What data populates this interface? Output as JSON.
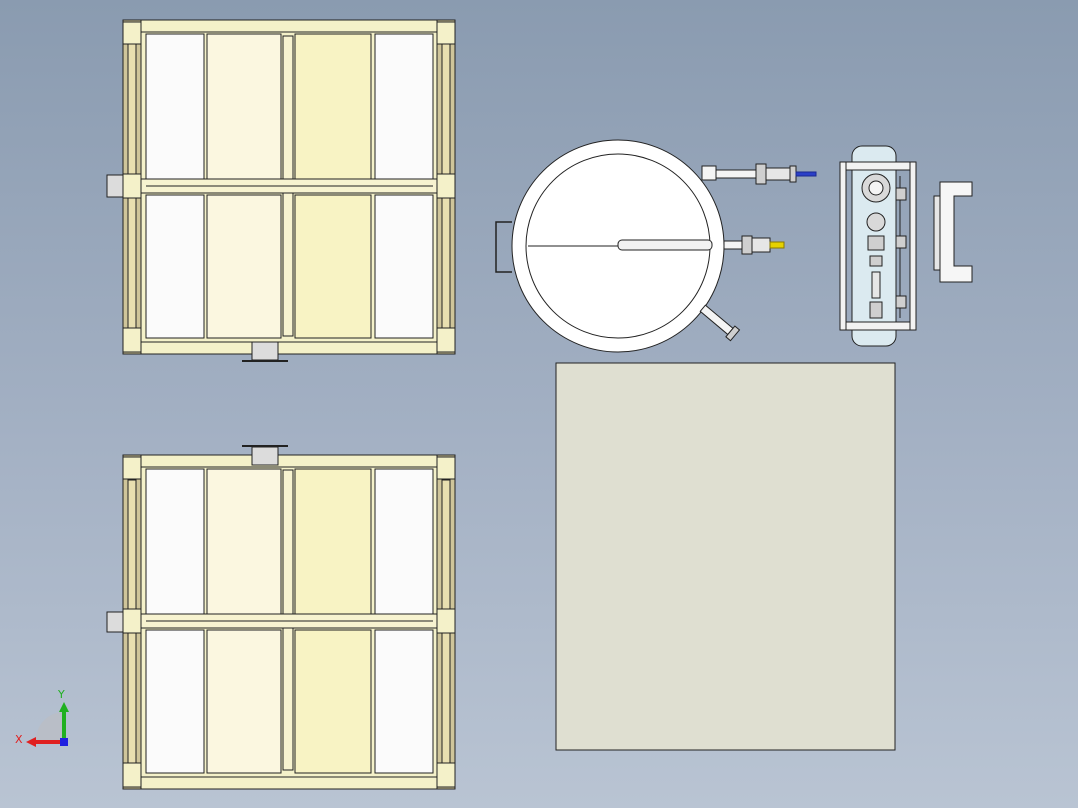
{
  "colors": {
    "background_top": "#8a9bb0",
    "background_bottom": "#b9c4d3",
    "frame_fill": "#f4f1c9",
    "frame_post": "#cfc59a",
    "panel_white": "#fbfbfb",
    "panel_cream": "#fbf7e0",
    "panel_yellow": "#f8f3c4",
    "plate_fill": "#dfdfd1",
    "tank_fill": "#ffffff",
    "vessel_fill": "#dbeaf0",
    "axis_x": "#e02020",
    "axis_y": "#20b020",
    "axis_z": "#2020e0",
    "line": "#222222"
  },
  "views": [
    {
      "name": "top-left-frame-view",
      "kind": "rectangular-tank-frame"
    },
    {
      "name": "bottom-left-frame-view",
      "kind": "rectangular-tank-frame"
    },
    {
      "name": "circular-tank-plan-view",
      "kind": "round-tank-with-nozzles"
    },
    {
      "name": "vessel-side-view",
      "kind": "vertical-vessel"
    },
    {
      "name": "handle-part-view",
      "kind": "bracket"
    },
    {
      "name": "base-plate-view",
      "kind": "flat-plate"
    }
  ],
  "axis_triad": {
    "x_label": "X",
    "y_label": "Y"
  }
}
